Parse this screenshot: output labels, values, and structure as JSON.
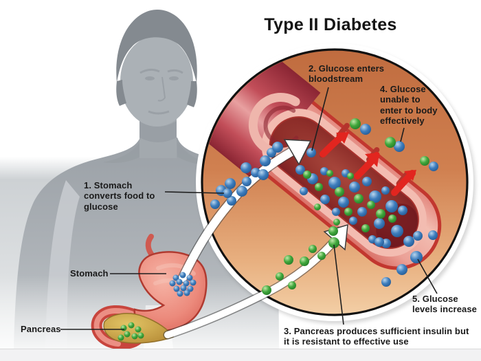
{
  "title": "Type II Diabetes",
  "annotations": {
    "step1": "1. Stomach converts food to glucose",
    "step2": "2. Glucose enters bloodstream",
    "step3": "3. Pancreas produces sufficient insulin but it is resistant to effective use",
    "step4": "4. Glucose unable to enter to body effectively",
    "step5": "5. Glucose levels increase"
  },
  "organ_labels": {
    "stomach": "Stomach",
    "pancreas": "Pancreas"
  },
  "legend": {
    "blue_sphere_means": "glucose",
    "green_sphere_means": "insulin"
  },
  "colors": {
    "glucose_blue": "#3d7dbd",
    "insulin_green": "#3fa63b",
    "arrow_red": "#e2251f",
    "vessel_red": "#b33a46",
    "vessel_lumen": "#7d1a26",
    "vessel_rim_pink": "#f3bcb1",
    "magnifier_orange": "#d08050",
    "body_gray": "#a7adb2",
    "text_dark": "#1a1a1a"
  }
}
